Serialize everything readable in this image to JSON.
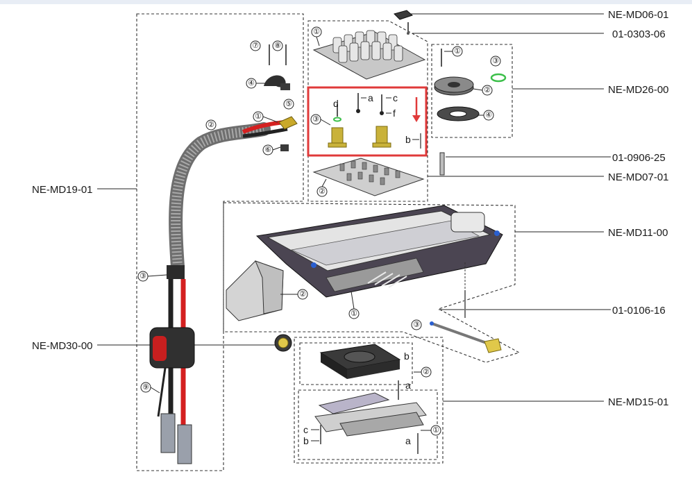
{
  "assembly_labels": {
    "md06": "NE-MD06-01",
    "p0303": "01-0303-06",
    "md26": "NE-MD26-00",
    "p0906": "01-0906-25",
    "md07": "NE-MD07-01",
    "md11": "NE-MD11-00",
    "p0106": "01-0106-16",
    "md15": "NE-MD15-01",
    "md19": "NE-MD19-01",
    "md30": "NE-MD30-00"
  },
  "callouts": {
    "n1": "①",
    "n2": "②",
    "n3": "③",
    "n4": "④",
    "n5": "⑤",
    "n6": "⑥",
    "n7": "⑦",
    "n8": "⑧",
    "n9": "⑨"
  },
  "letters": {
    "a": "a",
    "b": "b",
    "c": "c",
    "d": "d",
    "f": "f"
  },
  "colors": {
    "highlight": "#e03a3a",
    "cable_red": "#d42020",
    "brass": "#c9b23a",
    "oring": "#3cbf4a",
    "fitting": "#e0c84a"
  }
}
